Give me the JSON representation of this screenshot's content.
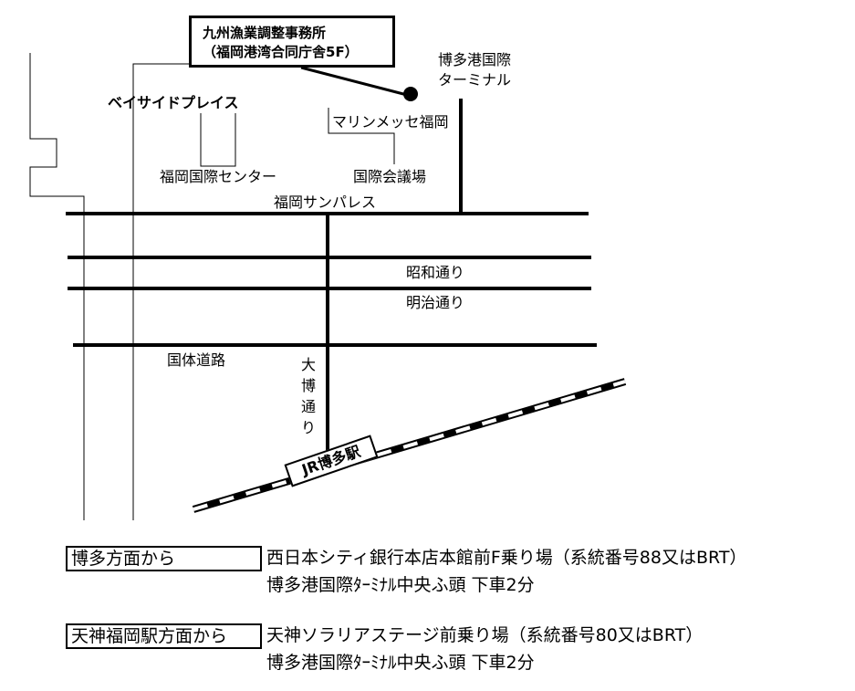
{
  "callout": {
    "line1": "九州漁業調整事務所",
    "line2": "（福岡港湾合同庁舎5F）"
  },
  "places": {
    "terminal_line1": "博多港国際",
    "terminal_line2": "ターミナル",
    "bayside": "ベイサイドプレイス",
    "marine_messe": "マリンメッセ福岡",
    "intl_center": "福岡国際センター",
    "conference": "国際会議場",
    "sunpalace": "福岡サンパレス",
    "showa": "昭和通り",
    "meiji": "明治通り",
    "kokutai": "国体道路",
    "daihaku": [
      "大",
      "博",
      "通",
      "り"
    ],
    "jr_station": "JR博多駅"
  },
  "directions": [
    {
      "from_label": "博多方面から",
      "line1": "西日本シティ銀行本店本館前F乗り場（系統番号88又はBRT）",
      "line2": "博多港国際ﾀｰﾐﾅﾙ中央ふ頭 下車2分"
    },
    {
      "from_label": "天神福岡駅方面から",
      "line1": "天神ソラリアステージ前乗り場（系統番号80又はBRT）",
      "line2": "博多港国際ﾀｰﾐﾅﾙ中央ふ頭 下車2分"
    }
  ]
}
